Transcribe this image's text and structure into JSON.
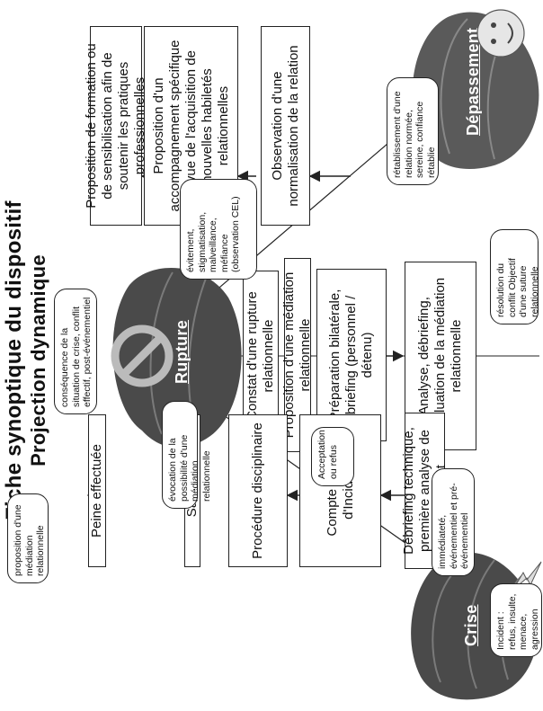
{
  "title": {
    "line1": "Fiche synoptique du dispositif",
    "line2": "Projection dynamique"
  },
  "phases": {
    "crise": "Crise",
    "rupture": "Rupture",
    "depassement": "Dépassement"
  },
  "boxes": {
    "rupture_constat": "Constat d'une rupture relationnelle",
    "mediation_proposition": "Proposition d'une médiation relationnelle",
    "preparation": "Préparation bilatérale, briefing (personnel / détenu)",
    "analyse": "Analyse, débriefing, évaluation de la médiation relationnelle",
    "formation": "Proposition de formation ou de sensibilisation afin de soutenir les pratiques professionnelles",
    "accompagnement": "Proposition d'un accompagnement spécifique en vue de l'acquisition de nouvelles habiletés relationnelles",
    "observation": "Observation d'une normalisation de la relation",
    "peine": "Peine effectuée",
    "sanction": "Sanction",
    "procedure": "Procédure disciplinaire",
    "compte_rendu": "Compte Rendu d'Incident",
    "debriefing": "Débriefing technique, première analyse de l'incident"
  },
  "bubbles": {
    "consequence": "conséquence de la situation de crise, conflit effectif, post-événementiel",
    "evitement": "évitement, stigmatisation, malveillance, méfiance (observation CEL)",
    "acceptation": "Acceptation ou refus",
    "immediatete": "immédiateté, événementiel et pré-événementiel",
    "incident": "Incident : refus, insulte, menace, agression",
    "evocation": "évocation de la possibilité d'une médiation relationnelle",
    "proposition_peine": "proposition d'une médiation relationnelle",
    "retablissement": "rétablissement d'une relation normée, sereine, confiance rétablie",
    "resolution": "résolution du conflit Objectif d'une suture relationnelle"
  },
  "colors": {
    "ink": "#222222",
    "blob_fill": "#4a4a4a",
    "background": "#ffffff"
  }
}
